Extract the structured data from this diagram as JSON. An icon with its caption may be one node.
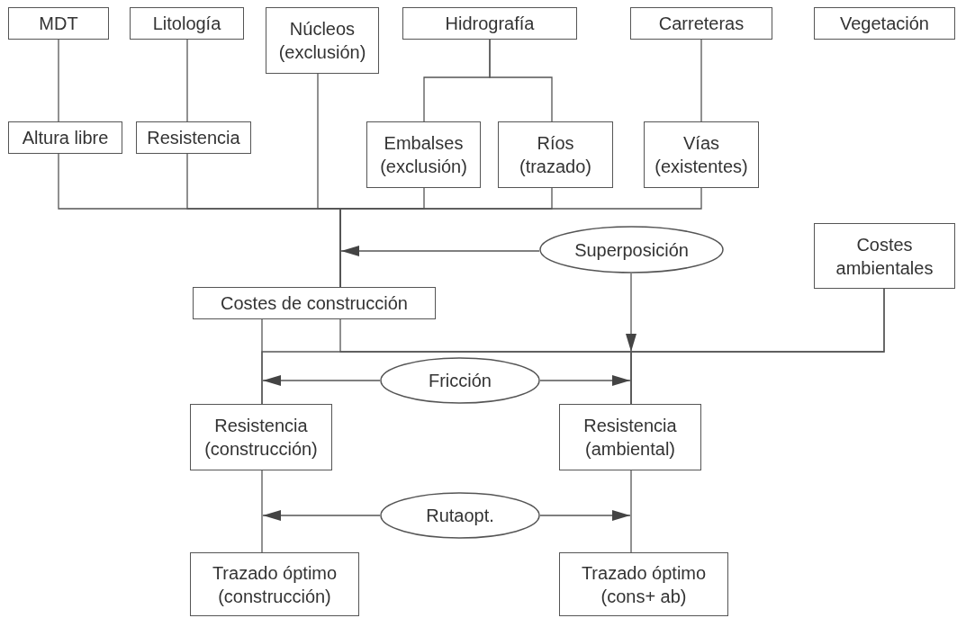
{
  "diagram": {
    "nodes": [
      {
        "text": [
          "MDT"
        ]
      },
      {
        "text": [
          "Litología"
        ]
      },
      {
        "text": [
          "Núcleos (exclusión)"
        ]
      },
      {
        "text": [
          "Hidrografía"
        ]
      },
      {
        "text": [
          "Carreteras"
        ]
      },
      {
        "text": [
          "Vegetación"
        ]
      },
      {
        "text": [
          "Altura libre"
        ]
      },
      {
        "text": [
          "Resistencia"
        ]
      },
      {
        "text": [
          "Embalses (exclusión)"
        ]
      },
      {
        "text": [
          "Ríos (trazado)"
        ]
      },
      {
        "text": [
          "Vías (existentes)"
        ]
      },
      {
        "text": [
          "Superposición"
        ]
      },
      {
        "text": [
          "Costes ambientales"
        ]
      },
      {
        "text": [
          "Costes de construcción"
        ]
      },
      {
        "text": [
          "Fricción"
        ]
      },
      {
        "text": [
          "Resistencia (construcción)"
        ]
      },
      {
        "text": [
          "Resistencia (ambiental)"
        ]
      },
      {
        "text": [
          "Rutaopt."
        ]
      },
      {
        "text": [
          "Trazado óptimo (construcción)"
        ]
      },
      {
        "text": [
          "Trazado óptimo (cons+ ab)"
        ]
      }
    ],
    "edges": [
      {
        "from": 0,
        "to": 6,
        "arrow": "none"
      },
      {
        "from": 1,
        "to": 7,
        "arrow": "none"
      },
      {
        "from": 3,
        "to": 8,
        "arrow": "none"
      },
      {
        "from": 3,
        "to": 9,
        "arrow": "none"
      },
      {
        "from": 4,
        "to": 10,
        "arrow": "none"
      },
      {
        "from": 6,
        "to": 13,
        "arrow": "none"
      },
      {
        "from": 7,
        "to": 13,
        "arrow": "none"
      },
      {
        "from": 2,
        "to": 13,
        "arrow": "none"
      },
      {
        "from": 8,
        "to": 13,
        "arrow": "none"
      },
      {
        "from": 9,
        "to": 13,
        "arrow": "none"
      },
      {
        "from": 10,
        "to": 13,
        "arrow": "none"
      },
      {
        "from": 11,
        "to": null,
        "arrow": "to"
      },
      {
        "from": 11,
        "to": 16,
        "arrow": "to"
      },
      {
        "from": 13,
        "to": 15,
        "arrow": "none"
      },
      {
        "from": 13,
        "to": 16,
        "arrow": "none"
      },
      {
        "from": 12,
        "to": 15,
        "arrow": "none"
      },
      {
        "from": 12,
        "to": 16,
        "arrow": "none"
      },
      {
        "from": 14,
        "to": null,
        "arrow": "to"
      },
      {
        "from": 14,
        "to": null,
        "arrow": "to"
      },
      {
        "from": 15,
        "to": 18,
        "arrow": "none"
      },
      {
        "from": 16,
        "to": 19,
        "arrow": "none"
      },
      {
        "from": 17,
        "to": null,
        "arrow": "to"
      },
      {
        "from": 17,
        "to": null,
        "arrow": "to"
      }
    ]
  }
}
